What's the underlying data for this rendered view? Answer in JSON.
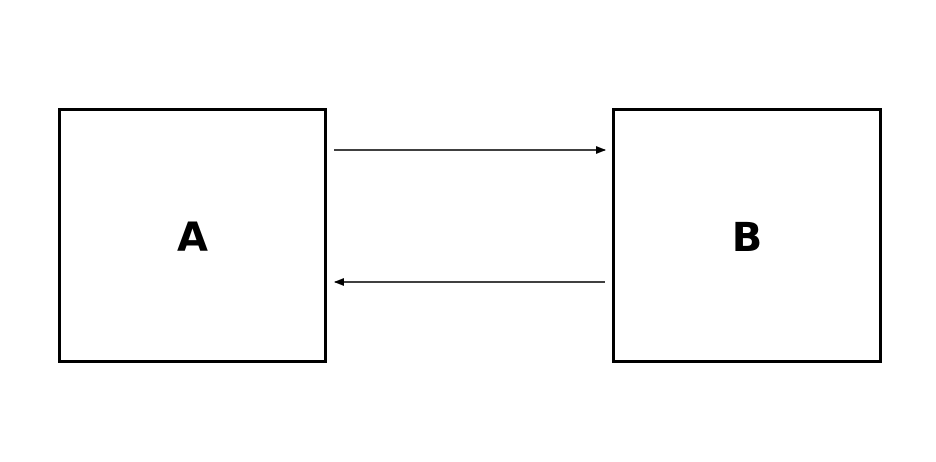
{
  "diagram": {
    "nodes": [
      {
        "id": "A",
        "label": "A"
      },
      {
        "id": "B",
        "label": "B"
      }
    ],
    "edges": [
      {
        "from": "A",
        "to": "B"
      },
      {
        "from": "B",
        "to": "A"
      }
    ]
  }
}
